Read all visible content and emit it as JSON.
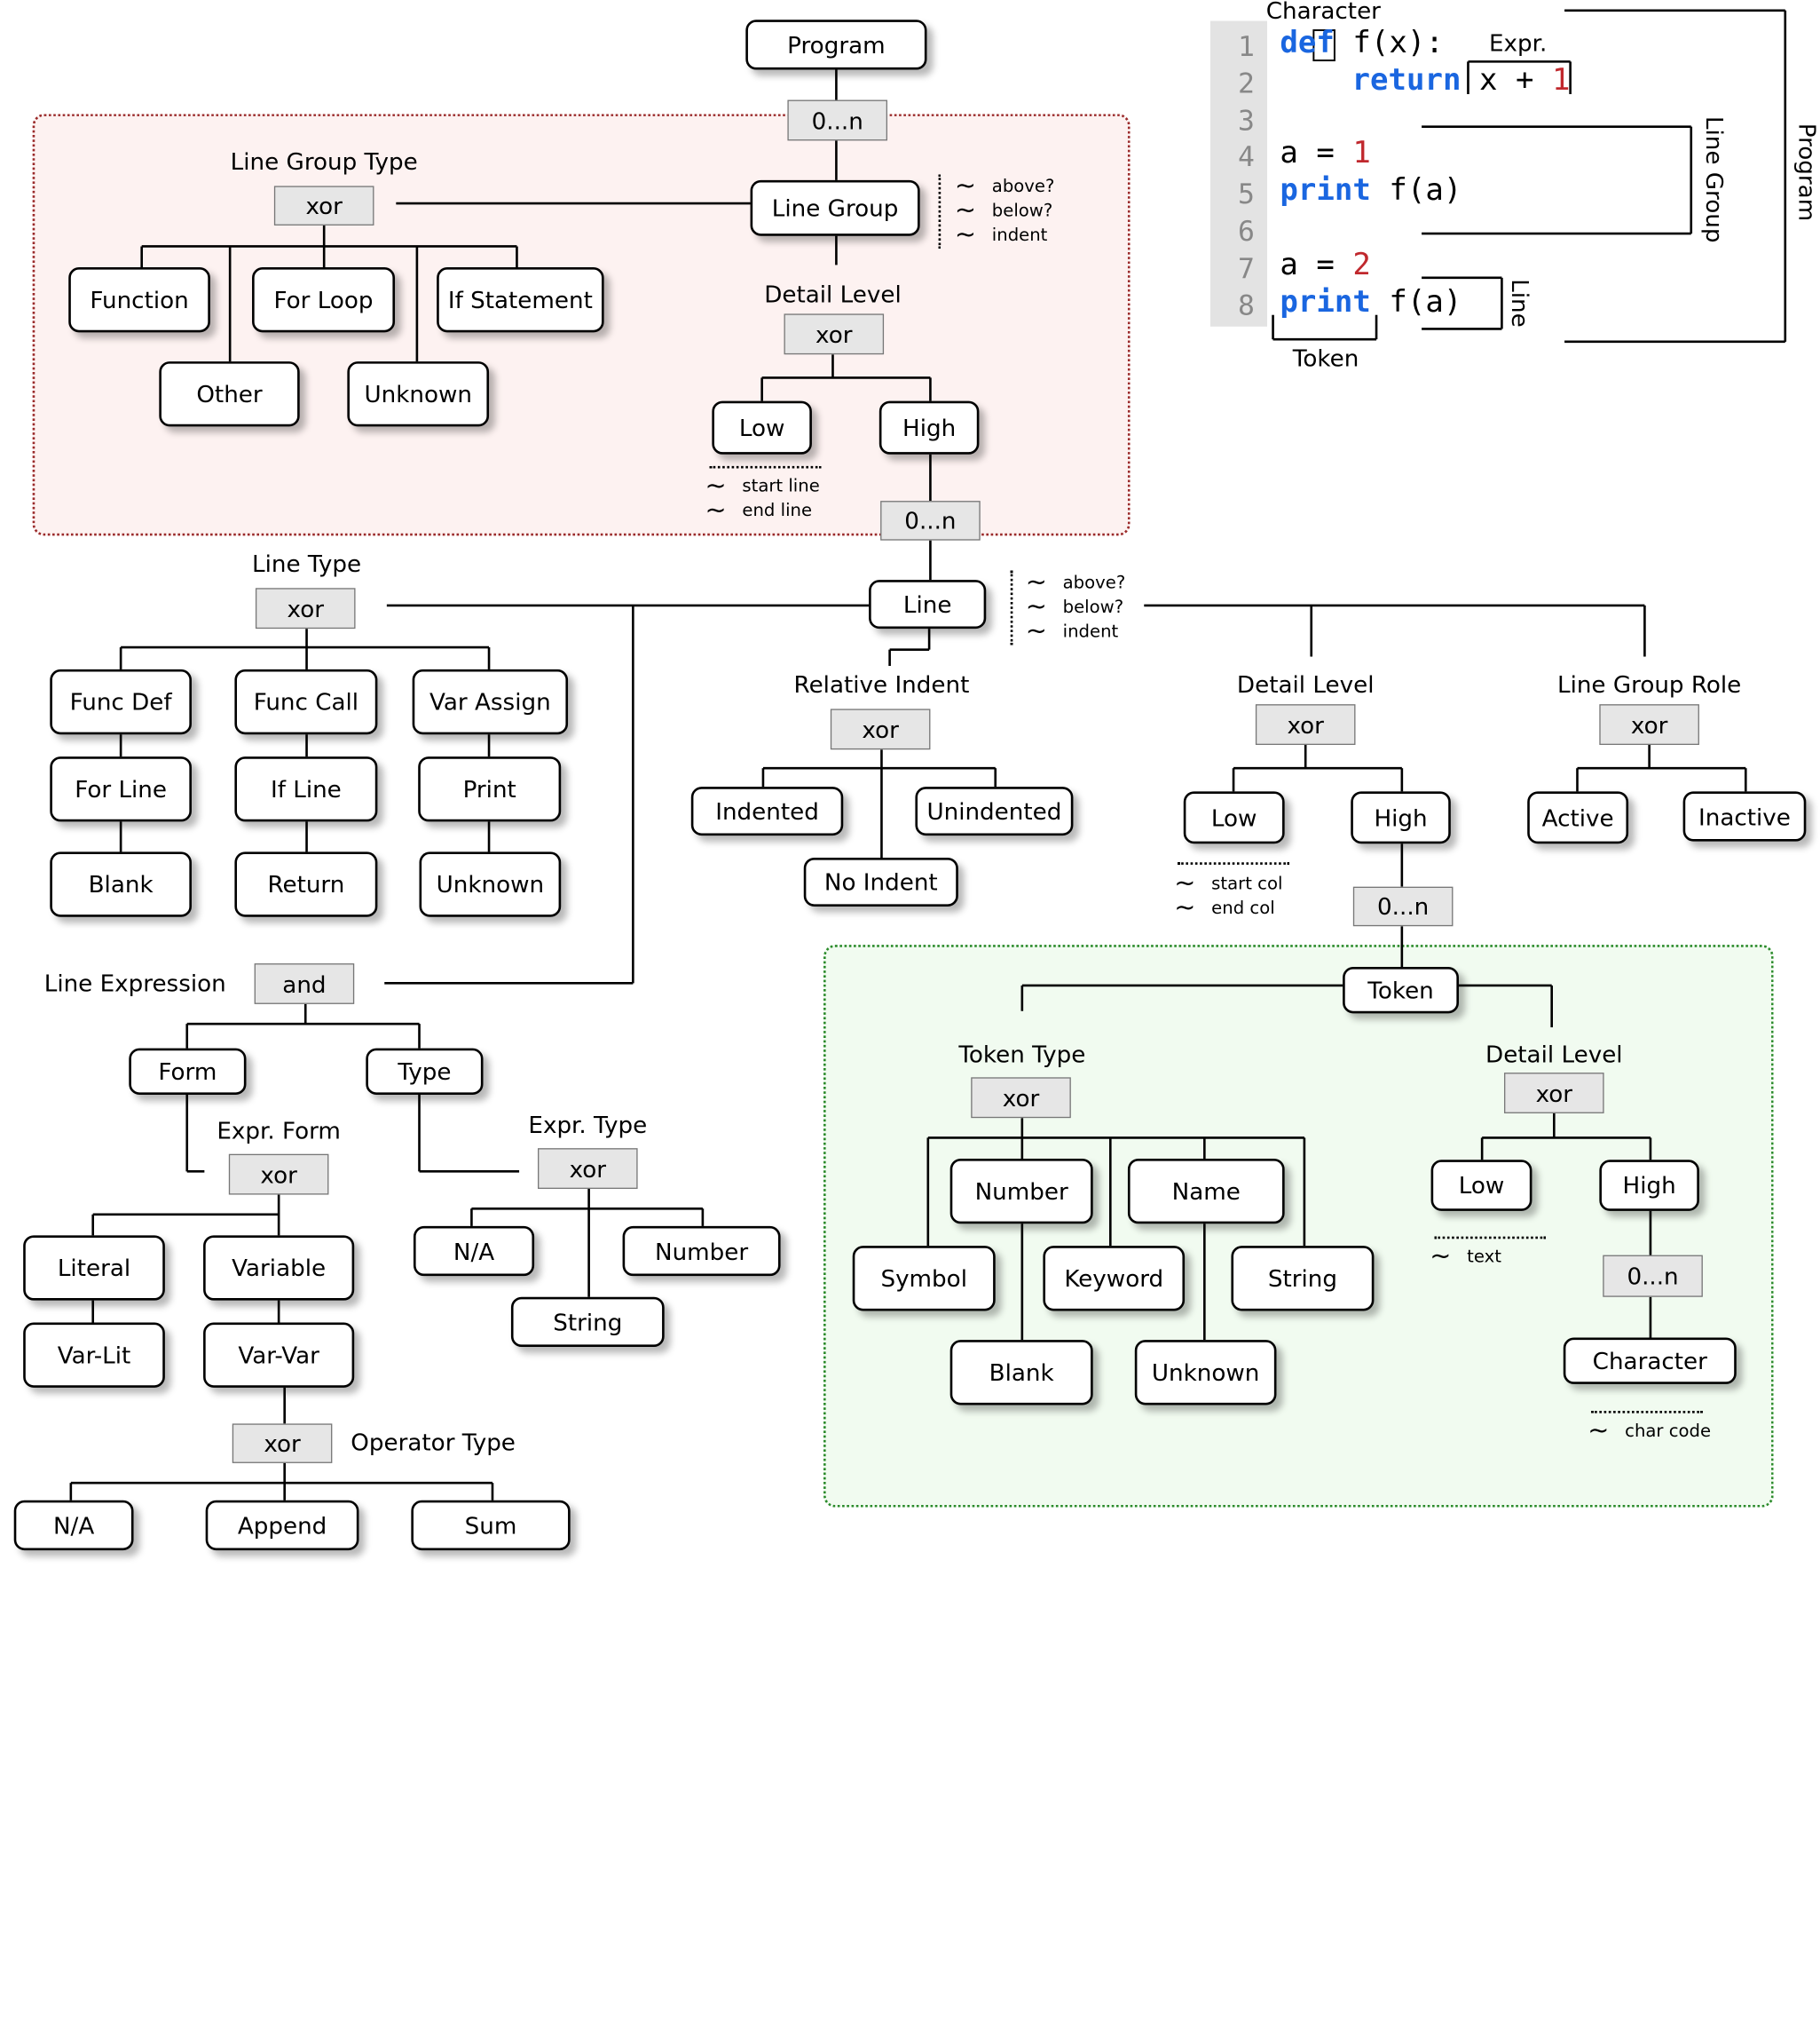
{
  "nodes": {
    "program": "Program",
    "line_group": "Line Group",
    "function": "Function",
    "for_loop": "For Loop",
    "if_statement": "If Statement",
    "other": "Other",
    "unknown_lg": "Unknown",
    "lg_low": "Low",
    "lg_high": "High",
    "line": "Line",
    "func_def": "Func Def",
    "func_call": "Func Call",
    "var_assign": "Var Assign",
    "for_line": "For Line",
    "if_line": "If Line",
    "print": "Print",
    "blank": "Blank",
    "return": "Return",
    "unknown_lt": "Unknown",
    "indented": "Indented",
    "unindented": "Unindented",
    "no_indent": "No Indent",
    "line_low": "Low",
    "line_high": "High",
    "active": "Active",
    "inactive": "Inactive",
    "form": "Form",
    "type": "Type",
    "literal": "Literal",
    "variable": "Variable",
    "var_lit": "Var-Lit",
    "var_var": "Var-Var",
    "op_na": "N/A",
    "append": "Append",
    "sum": "Sum",
    "et_na": "N/A",
    "et_number": "Number",
    "et_string": "String",
    "token": "Token",
    "tt_number": "Number",
    "tt_name": "Name",
    "tt_symbol": "Symbol",
    "tt_keyword": "Keyword",
    "tt_string": "String",
    "tt_blank": "Blank",
    "tt_unknown": "Unknown",
    "tok_low": "Low",
    "tok_high": "High",
    "character": "Character"
  },
  "gates": {
    "prog_mult": "0...n",
    "lg_type": "xor",
    "lg_detail": "xor",
    "lg_mult": "0...n",
    "line_type": "xor",
    "rel_indent": "xor",
    "line_detail": "xor",
    "lg_role": "xor",
    "line_expr": "and",
    "expr_form": "xor",
    "expr_type": "xor",
    "op_type": "xor",
    "line_mult": "0...n",
    "token_type": "xor",
    "tok_detail": "xor",
    "tok_mult": "0...n"
  },
  "labels": {
    "line_group_type": "Line Group Type",
    "lg_detail_level": "Detail Level",
    "line_type": "Line Type",
    "relative_indent": "Relative Indent",
    "line_detail_level": "Detail Level",
    "line_group_role": "Line Group Role",
    "line_expression": "Line Expression",
    "expr_form": "Expr. Form",
    "expr_type": "Expr. Type",
    "operator_type": "Operator Type",
    "token_type": "Token Type",
    "tok_detail_level": "Detail Level"
  },
  "annotations": {
    "tilde": "~",
    "lg_attrs": [
      "above?",
      "below?",
      "indent"
    ],
    "lg_lines": [
      "start line",
      "end line"
    ],
    "line_attrs": [
      "above?",
      "below?",
      "indent"
    ],
    "line_cols": [
      "start col",
      "end col"
    ],
    "tok_text": [
      "text"
    ],
    "char_code": [
      "char code"
    ]
  },
  "code": {
    "line_numbers": [
      "1",
      "2",
      "3",
      "4",
      "5",
      "6",
      "7",
      "8"
    ],
    "l1_kw_a": "de",
    "l1_kw_b": "f",
    "l1_rest": " f(x):",
    "l2_kw": "return",
    "l2_a": "x + ",
    "l2_num": "1",
    "l4_a": "a = ",
    "l4_num": "1",
    "l5_kw": "print",
    "l5_rest": " f(a)",
    "l7_a": "a = ",
    "l7_num": "2",
    "l8_kw": "print",
    "l8_rest": " f(a)",
    "lbl_character": "Character",
    "lbl_expr": "Expr.",
    "lbl_token": "Token",
    "lbl_line": "Line",
    "lbl_line_group": "Line Group",
    "lbl_program": "Program"
  }
}
